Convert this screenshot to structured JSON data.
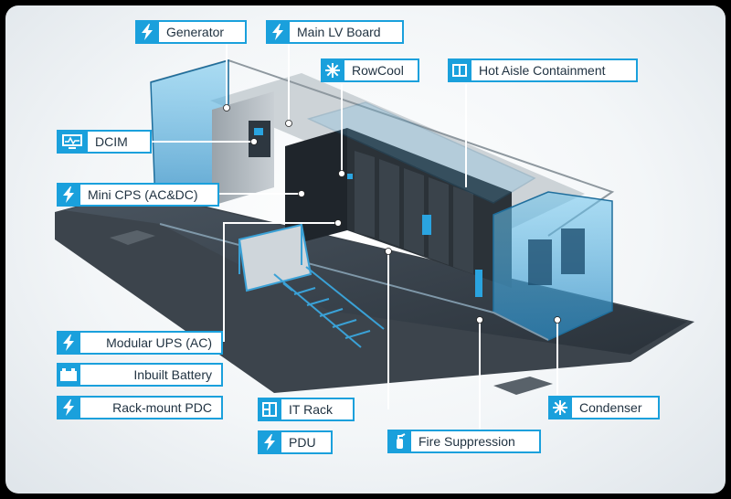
{
  "labels": {
    "generator": "Generator",
    "main_lv_board": "Main LV Board",
    "rowcool": "RowCool",
    "hot_aisle": "Hot Aisle Containment",
    "dcim": "DCIM",
    "mini_cps": "Mini CPS (AC&DC)",
    "modular_ups": "Modular UPS (AC)",
    "inbuilt_battery": "Inbuilt Battery",
    "rack_pdc": "Rack-mount PDC",
    "it_rack": "IT Rack",
    "pdu": "PDU",
    "fire_suppression": "Fire Suppression",
    "condenser": "Condenser"
  },
  "icons": {
    "generator": "lightning-icon",
    "main_lv_board": "lightning-icon",
    "rowcool": "snowflake-icon",
    "hot_aisle": "containment-icon",
    "dcim": "monitor-icon",
    "mini_cps": "lightning-icon",
    "modular_ups": "lightning-icon",
    "inbuilt_battery": "battery-icon",
    "rack_pdc": "lightning-icon",
    "it_rack": "rack-icon",
    "pdu": "lightning-icon",
    "fire_suppression": "extinguisher-icon",
    "condenser": "snowflake-icon"
  },
  "colors": {
    "accent": "#1aa0dc",
    "label_text": "#1f3140",
    "background": "#000000"
  }
}
